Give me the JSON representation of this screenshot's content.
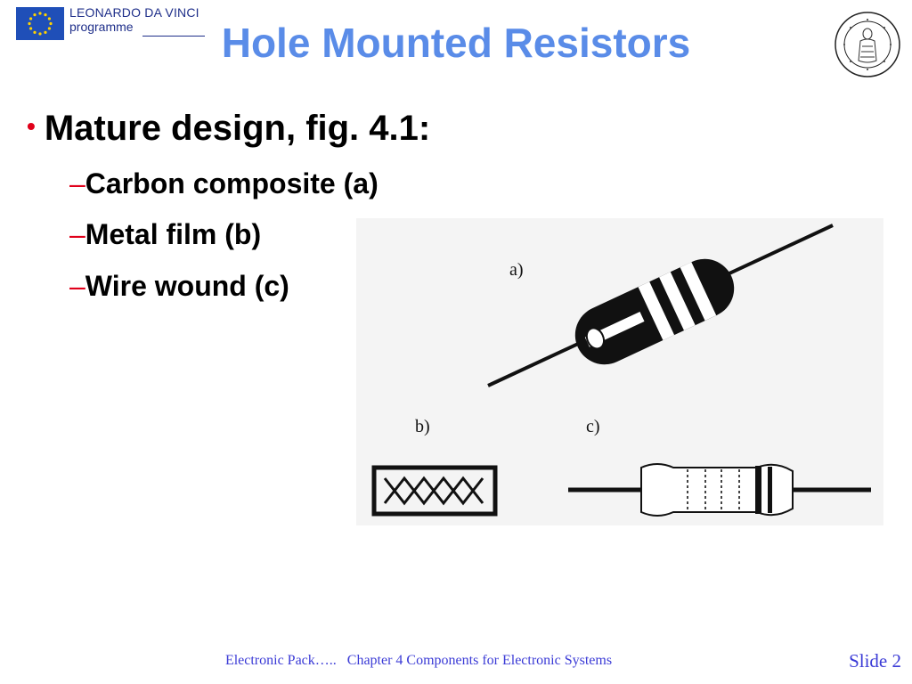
{
  "logo": {
    "line1": "LEONARDO DA VINCI",
    "line2": "programme"
  },
  "title": "Hole Mounted Resistors",
  "bullet": {
    "main": "Mature design, fig. 4.1:",
    "sub": [
      "Carbon composite (a)",
      "Metal film (b)",
      "Wire wound (c)"
    ]
  },
  "figure": {
    "label_a": "a)",
    "label_b": "b)",
    "label_c": "c)"
  },
  "footer": {
    "left": "Electronic Pack…..",
    "chapter": "Chapter 4 Components for Electronic Systems",
    "slide": "Slide 2"
  },
  "colors": {
    "title": "#5a8ce8",
    "bullet": "#e0001a",
    "footer": "#3b3bd6"
  }
}
